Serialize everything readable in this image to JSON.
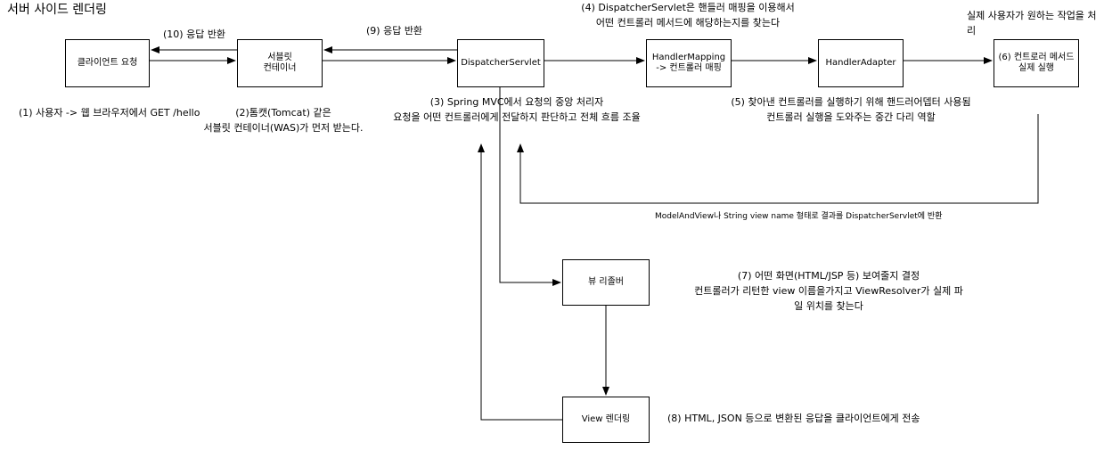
{
  "title": "서버 사이드 렌더링",
  "nodes": {
    "client": "클라이언트 요청",
    "servlet_container": "서블릿\n컨테이너",
    "dispatcher": "DispatcherServlet",
    "handler_mapping": "HandlerMapping\n-> 컨트롤러 매핑",
    "handler_adapter": "HandlerAdapter",
    "controller_exec": "(6) 컨트로러 메서드\n실제 실행",
    "view_resolver": "뷰 리졸버",
    "view_render": "View 렌더링"
  },
  "labels": {
    "resp_10": "(10) 응답 반환",
    "resp_9": "(9) 응답 반환",
    "step_4": "(4) DispatcherServlet은 핸들러 매핑을 이용해서\n어떤 컨트롤러 메서드에 해당하는지를 찾는다",
    "step_6_desc": "실제 사용자가 원하는 작업을 처리",
    "step_1": "(1) 사용자 -> 웹 브라우저에서 GET /hello",
    "step_2": "(2)톰캣(Tomcat) 같은\n서블릿 컨테이너(WAS)가 먼저 받는다.",
    "step_3": "(3) Spring MVC에서 요청의 중앙 처리자\n요청을 어떤 컨트롤러에게 전달하지 판단하고 전체 흐름 조율",
    "step_5": "(5) 찾아낸 컨트롤러를 실행하기 위해 핸드러어뎁터 사용됨\n컨트롤러 실행을 도와주는 중간 다리 역할",
    "return_note": "ModelAndView나 String view name 형태로 결과를 DispatcherServlet에 반환",
    "step_7": "(7) 어떤 화면(HTML/JSP 등) 보여줄지 결정\n컨트롤러가 리턴한 view 이름을가지고 ViewResolver가 실제 파일 위치를 찾는다",
    "step_8": "(8) HTML, JSON 등으로 변환된 응답을 클라이언트에게 전송"
  },
  "colors": {
    "line": "#000000",
    "box_border": "#000000",
    "background": "#ffffff"
  }
}
